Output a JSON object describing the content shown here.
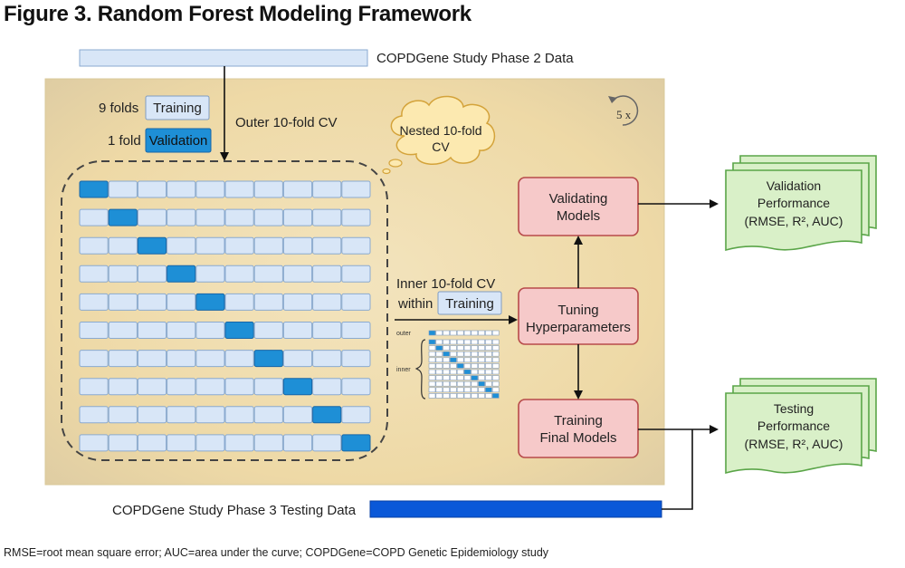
{
  "figure": {
    "title": "Figure 3. Random Forest Modeling Framework",
    "footnote": "RMSE=root mean square error; AUC=area under the curve; COPDGene=COPD Genetic Epidemiology study"
  },
  "inputs": {
    "phase2_label": "COPDGene Study Phase 2 Data",
    "phase3_label": "COPDGene Study Phase 3 Testing Data"
  },
  "cv": {
    "repeat_label": "5 x",
    "train_count": "9 folds",
    "train_label": "Training",
    "val_count": "1 fold",
    "val_label": "Validation",
    "outer_label": "Outer 10-fold CV",
    "nested_line1": "Nested 10-fold",
    "nested_line2": "CV",
    "inner_line1": "Inner 10-fold CV",
    "inner_within": "within",
    "inner_training": "Training",
    "mini_outer": "outer",
    "mini_inner": "inner",
    "folds": 10
  },
  "process": {
    "validating_line1": "Validating",
    "validating_line2": "Models",
    "tuning_line1": "Tuning",
    "tuning_line2": "Hyperparameters",
    "training_line1": "Training",
    "training_line2": "Final Models"
  },
  "outputs": {
    "validation_line1": "Validation",
    "validation_line2": "Performance",
    "validation_metrics": "(RMSE, R², AUC)",
    "testing_line1": "Testing",
    "testing_line2": "Performance",
    "testing_metrics": "(RMSE, R², AUC)"
  },
  "colors": {
    "panel": "#f1dfb0",
    "fold_light": "#d8e6f7",
    "fold_highlight": "#1e8fd6",
    "process_fill": "#f6c9c9",
    "process_stroke": "#b74a4a",
    "output_fill": "#d9f0c8",
    "output_stroke": "#5aa548",
    "phase3_bar": "#0a58d8"
  }
}
